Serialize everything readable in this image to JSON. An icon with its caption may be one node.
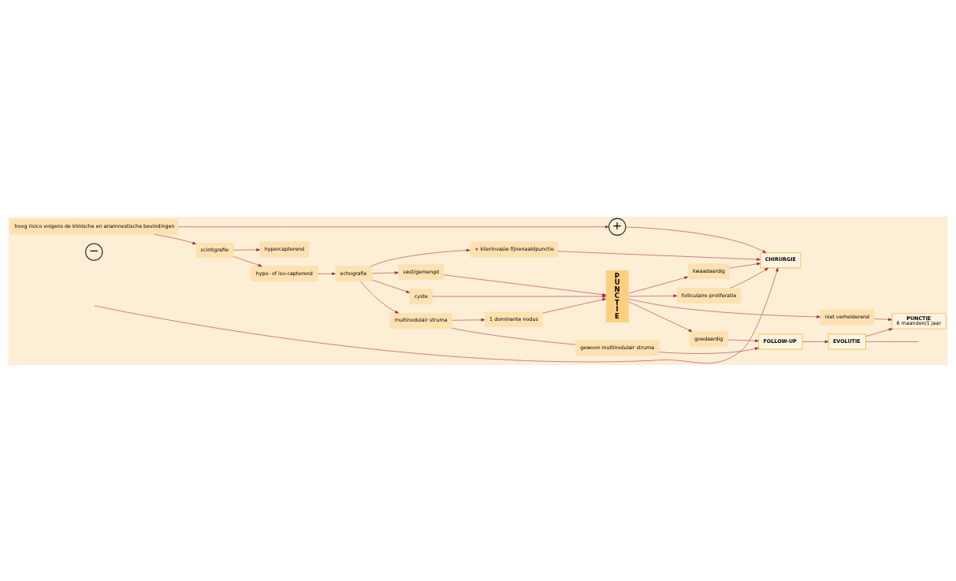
{
  "diagram": {
    "nodes": [
      {
        "text": [
          "hoog risico volgens de klinische en anamnestische bevindingen"
        ]
      },
      {
        "text": [
          "+"
        ]
      },
      {
        "text": [
          "−"
        ]
      },
      {
        "text": [
          "CHIRURGIE"
        ]
      },
      {
        "text": [
          "scintigrafie"
        ]
      },
      {
        "text": [
          "hypercapterend"
        ]
      },
      {
        "text": [
          "hypo- of iso-capterend"
        ]
      },
      {
        "text": [
          "echografie"
        ]
      },
      {
        "text": [
          "+ klierinvasie fijnenaaldpunctie"
        ]
      },
      {
        "text": [
          "vast/gemengd"
        ]
      },
      {
        "text": [
          "cyste"
        ]
      },
      {
        "text": [
          "multinodulair struma"
        ]
      },
      {
        "text": [
          "1 dominante nodus"
        ]
      },
      {
        "text": [
          "gewoon multinodulair struma"
        ]
      },
      {
        "text": [
          "PUNCTIE"
        ]
      },
      {
        "text": [
          "kwaadaardig"
        ]
      },
      {
        "text": [
          "folliculaire proliferatie"
        ]
      },
      {
        "text": [
          "niet verhelderend"
        ]
      },
      {
        "text": [
          "goedaardig"
        ]
      },
      {
        "text": [
          "PUNCTIE",
          "6 maanden/1 jaar"
        ]
      },
      {
        "text": [
          "FOLLOW-UP"
        ]
      },
      {
        "text": [
          "EVOLUTIE"
        ]
      }
    ],
    "edges": [
      {
        "from": 0,
        "to": 1,
        "arrow": "to"
      },
      {
        "from": 0,
        "to": 4,
        "arrow": "to"
      },
      {
        "from": 1,
        "to": 3,
        "arrow": "to"
      },
      {
        "from": null,
        "to": 3,
        "arrow": "to"
      },
      {
        "from": 4,
        "to": 5,
        "arrow": "to"
      },
      {
        "from": 4,
        "to": 6,
        "arrow": "to"
      },
      {
        "from": 6,
        "to": 7,
        "arrow": "to"
      },
      {
        "from": 7,
        "to": 8,
        "arrow": "to"
      },
      {
        "from": 7,
        "to": 9,
        "arrow": "to"
      },
      {
        "from": 7,
        "to": 10,
        "arrow": "to"
      },
      {
        "from": 7,
        "to": 11,
        "arrow": "to"
      },
      {
        "from": 8,
        "to": 3,
        "arrow": "to"
      },
      {
        "from": 9,
        "to": 14,
        "arrow": "to"
      },
      {
        "from": 10,
        "to": 14,
        "arrow": "to"
      },
      {
        "from": 11,
        "to": 12,
        "arrow": "to"
      },
      {
        "from": 12,
        "to": 14,
        "arrow": "to"
      },
      {
        "from": 11,
        "to": 13,
        "arrow": "none"
      },
      {
        "from": 13,
        "to": 20,
        "arrow": "to"
      },
      {
        "from": 14,
        "to": 15,
        "arrow": "to"
      },
      {
        "from": 14,
        "to": 16,
        "arrow": "to"
      },
      {
        "from": 14,
        "to": 17,
        "arrow": "to"
      },
      {
        "from": 14,
        "to": 18,
        "arrow": "to"
      },
      {
        "from": 15,
        "to": 3,
        "arrow": "to"
      },
      {
        "from": 16,
        "to": 3,
        "arrow": "to"
      },
      {
        "from": 17,
        "to": 19,
        "arrow": "to"
      },
      {
        "from": 18,
        "to": 20,
        "arrow": "to"
      },
      {
        "from": 20,
        "to": 21,
        "arrow": "to"
      },
      {
        "from": 21,
        "to": 19,
        "arrow": "to"
      },
      {
        "from": 21,
        "to": null,
        "arrow": "none"
      }
    ]
  }
}
